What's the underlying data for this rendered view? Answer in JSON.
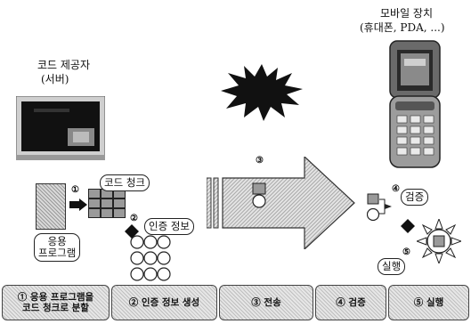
{
  "provider": {
    "title": "코드 제공자",
    "subtitle": "(서버)"
  },
  "mobile": {
    "title": "모바일 장치",
    "subtitle": "(휴대폰, PDA, ...)"
  },
  "callouts": {
    "app": "응용\n프로그램",
    "code_chunk": "코드 청크",
    "auth_info": "인증 정보",
    "verify": "검증",
    "execute": "실행"
  },
  "markers": {
    "m1": "①",
    "m2": "②",
    "m3": "③",
    "m4": "④",
    "m5": "⑤"
  },
  "steps": [
    {
      "label": "① 응용 프로그램을\n코드 청크로 분할"
    },
    {
      "label": "② 인증 정보 생성"
    },
    {
      "label": "③ 전송"
    },
    {
      "label": "④ 검증"
    },
    {
      "label": "⑤ 실행"
    }
  ]
}
